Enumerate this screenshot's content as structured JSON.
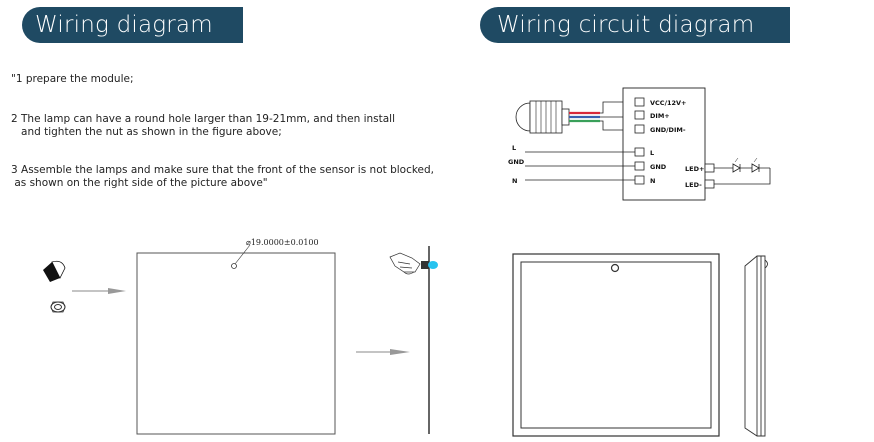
{
  "headers": {
    "left": "Wiring diagram",
    "right": "Wiring circuit diagram"
  },
  "steps": [
    "\"1 prepare the module;",
    "2 The lamp can have a round hole larger than 19-21mm, and then install\n   and tighten the nut as shown in the figure above;",
    "3 Assemble the lamps and make sure that the front of the sensor is not blocked,\n as shown on the right side of the picture above\""
  ],
  "circuit": {
    "module_terminals": [
      "VCC/12V+",
      "DIM+",
      "GND/DIM-"
    ],
    "power_terminals": [
      "L",
      "GND",
      "N"
    ],
    "input_labels": [
      "L",
      "GND",
      "N"
    ],
    "led_terminals": [
      "LED+",
      "LED-"
    ]
  },
  "dimension_label": "⌀19.0000±0.0100",
  "colors": {
    "header_bg": "#1f4a63",
    "wire_red": "#d8283a",
    "wire_blue": "#3a5fb0",
    "wire_green": "#3aa05a",
    "sensor_glow": "#27c3ef"
  }
}
